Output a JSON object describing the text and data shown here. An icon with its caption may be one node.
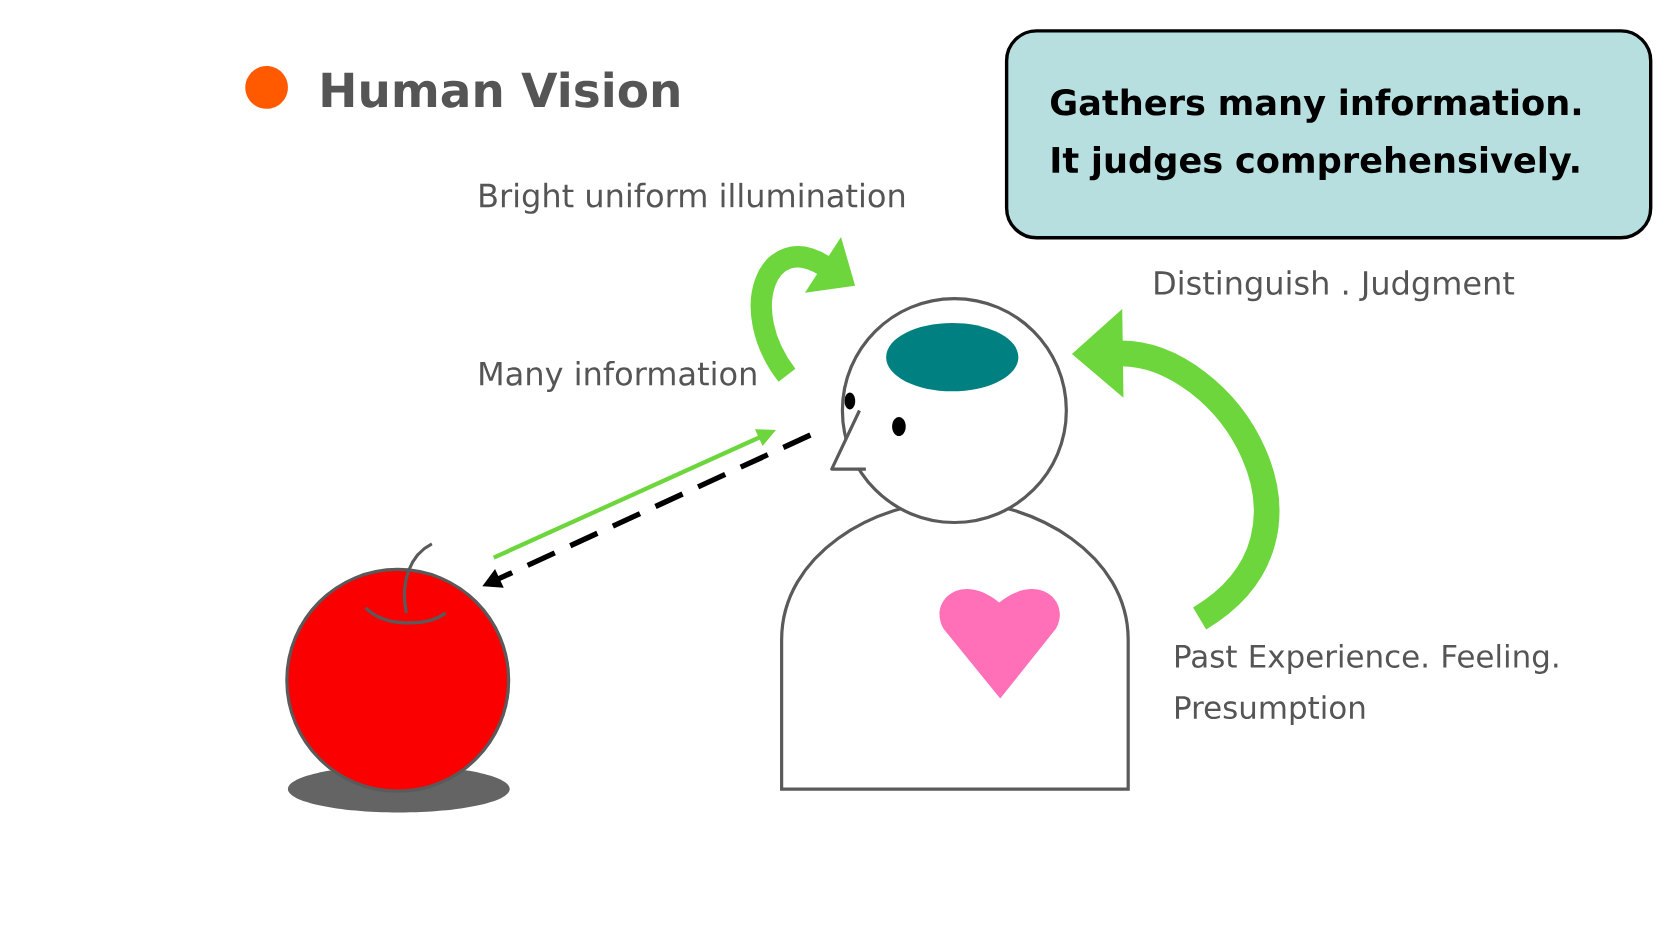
{
  "diagram": {
    "title": "Human Vision",
    "nodes": [
      {
        "text": [
          "Gathers many information. It judges comprehensively."
        ]
      },
      {
        "text": [],
        "shape": "picture"
      },
      {
        "text": [],
        "shape": "person"
      },
      {
        "text": [
          "Past Experience. Feeling. Presumption"
        ]
      }
    ],
    "edges": [
      {
        "from": 1,
        "to": 2,
        "arrow": "to",
        "color": "#6dd63c"
      },
      {
        "from": 2,
        "to": 1,
        "arrow": "to",
        "style": "dashed",
        "color": "#000000"
      },
      {
        "from": 3,
        "to": 2,
        "arrow": "to",
        "style": "thick",
        "color": "#6dd63c"
      }
    ],
    "labels": [
      "Bright uniform illumination",
      "Many information",
      "Distinguish . Judgment"
    ]
  }
}
